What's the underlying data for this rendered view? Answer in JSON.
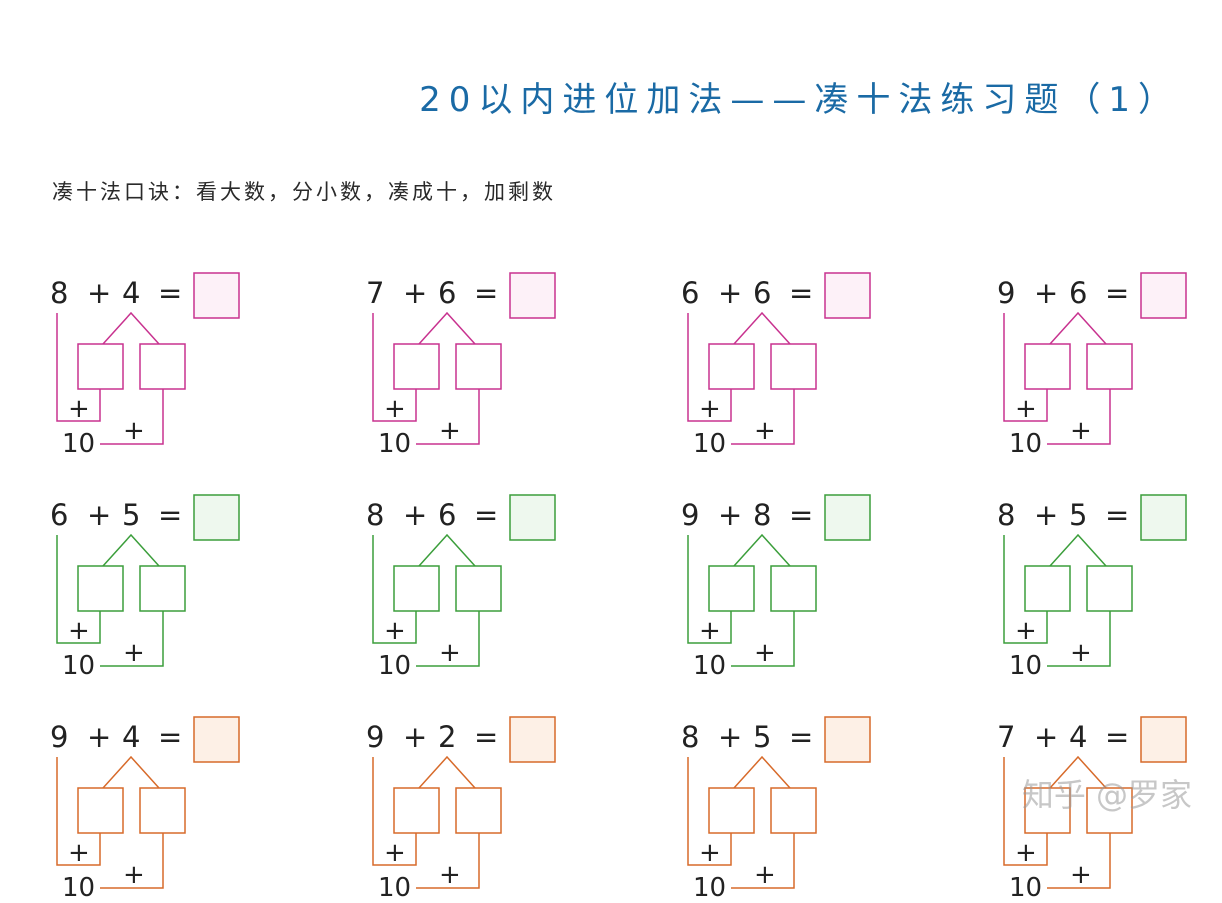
{
  "title": "20以内进位加法——凑十法练习题（1）",
  "subtitle": "凑十法口诀：看大数，分小数，凑成十，加剩数",
  "watermark": "知乎 @罗家",
  "labels": {
    "plus": "+",
    "equals": "=",
    "ten": "10"
  },
  "colors": {
    "title": "#1a6aa5",
    "row_colors": [
      "#c8328f",
      "#3b9e3b",
      "#d76a2a"
    ],
    "row_fills": [
      "#fdf1f8",
      "#eef8ee",
      "#fdf0e6"
    ]
  },
  "rows": [
    {
      "problems": [
        {
          "a": "8",
          "b": "4"
        },
        {
          "a": "7",
          "b": "6"
        },
        {
          "a": "6",
          "b": "6"
        },
        {
          "a": "9",
          "b": "6"
        }
      ]
    },
    {
      "problems": [
        {
          "a": "6",
          "b": "5"
        },
        {
          "a": "8",
          "b": "6"
        },
        {
          "a": "9",
          "b": "8"
        },
        {
          "a": "8",
          "b": "5"
        }
      ]
    },
    {
      "problems": [
        {
          "a": "9",
          "b": "4"
        },
        {
          "a": "9",
          "b": "2"
        },
        {
          "a": "8",
          "b": "5"
        },
        {
          "a": "7",
          "b": "4"
        }
      ]
    }
  ]
}
